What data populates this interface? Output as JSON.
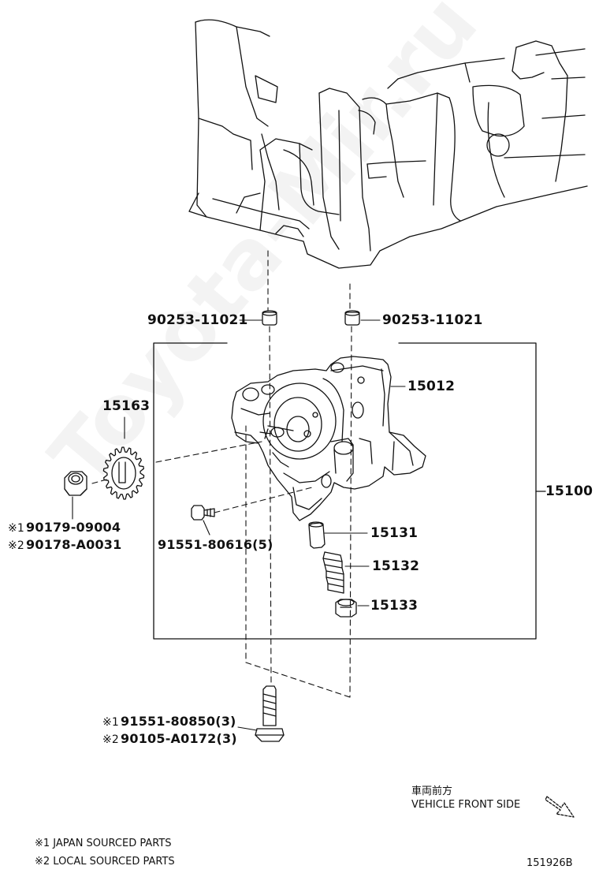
{
  "watermark": "Toyota-Mir.ru",
  "parts": {
    "bushing_left": "90253-11021",
    "bushing_right": "90253-11021",
    "pump_body": "15012",
    "sprocket": "15163",
    "assembly": "15100",
    "nut_japan": "90179-09004",
    "nut_local": "90178-A0031",
    "small_bolt": "91551-80616(5)",
    "valve": "15131",
    "spring": "15132",
    "plug": "15133",
    "long_bolt_japan": "91551-80850(3)",
    "long_bolt_local": "90105-A0172(3)"
  },
  "marks": {
    "japan": "※1",
    "local": "※2"
  },
  "direction": {
    "japanese": "車両前方",
    "english": "VEHICLE FRONT SIDE"
  },
  "footnotes": {
    "japan": "※1 JAPAN SOURCED PARTS",
    "local": "※2 LOCAL SOURCED PARTS"
  },
  "figure_id": "151926B"
}
